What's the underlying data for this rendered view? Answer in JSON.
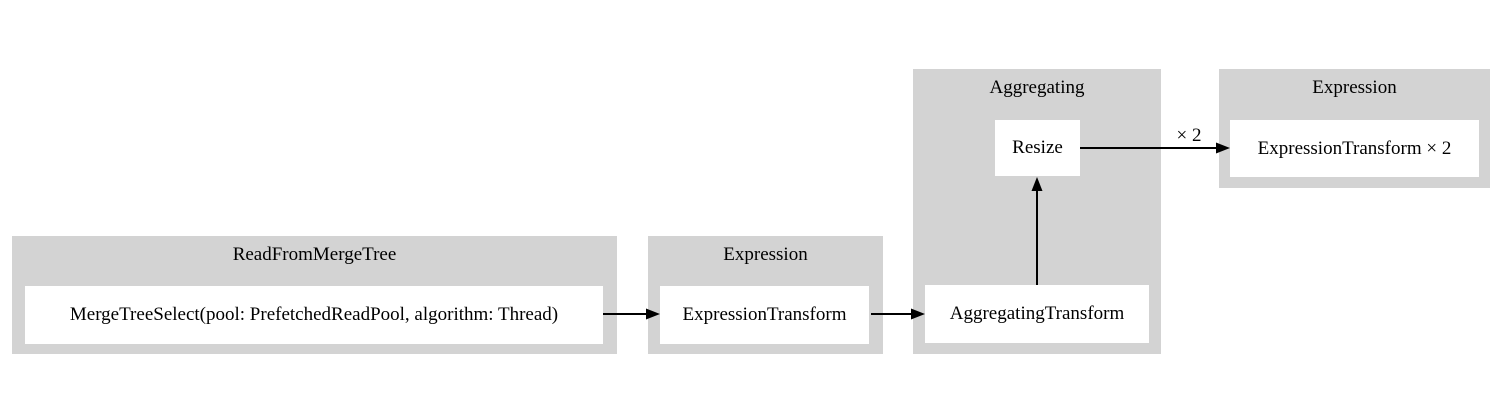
{
  "colors": {
    "background": "#ffffff",
    "cluster_fill": "#d3d3d3",
    "node_fill": "#ffffff",
    "text": "#000000",
    "edge": "#000000"
  },
  "clusters": [
    {
      "label": "ReadFromMergeTree"
    },
    {
      "label": "Expression"
    },
    {
      "label": "Aggregating"
    },
    {
      "label": "Expression"
    }
  ],
  "nodes": [
    {
      "label": "MergeTreeSelect(pool: PrefetchedReadPool, algorithm: Thread)",
      "cluster": "ReadFromMergeTree"
    },
    {
      "label": "ExpressionTransform",
      "cluster": "Expression"
    },
    {
      "label": "AggregatingTransform",
      "cluster": "Aggregating"
    },
    {
      "label": "Resize",
      "cluster": "Aggregating"
    },
    {
      "label": "ExpressionTransform × 2",
      "cluster": "Expression"
    }
  ],
  "edges": [
    {
      "from": "MergeTreeSelect(pool: PrefetchedReadPool, algorithm: Thread)",
      "to": "ExpressionTransform",
      "label": ""
    },
    {
      "from": "ExpressionTransform",
      "to": "AggregatingTransform",
      "label": ""
    },
    {
      "from": "AggregatingTransform",
      "to": "Resize",
      "label": ""
    },
    {
      "from": "Resize",
      "to": "ExpressionTransform × 2",
      "label": "× 2"
    }
  ]
}
